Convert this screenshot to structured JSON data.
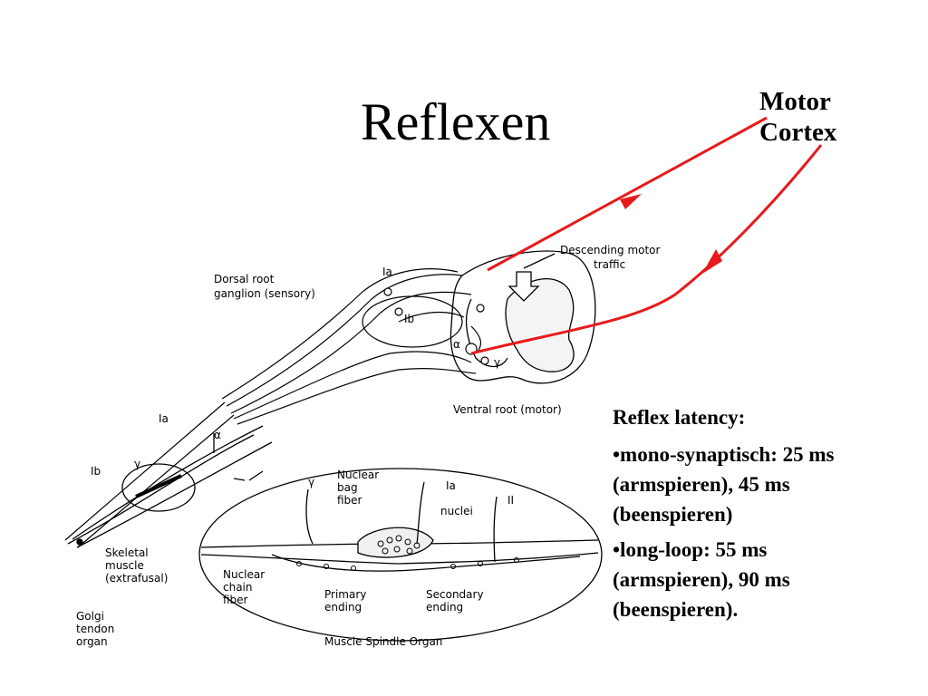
{
  "slide": {
    "title": "Reflexen",
    "cortex": {
      "line1": "Motor",
      "line2": "Cortex"
    }
  },
  "diagram": {
    "labels": {
      "drg_line1": "Dorsal root",
      "drg_line2": "ganglion (sensory)",
      "ia_top": "Ia",
      "ib_top": "Ib",
      "alpha_top": "α",
      "gamma_top": "γ",
      "descending_line1": "Descending motor",
      "descending_line2": "traffic",
      "ventral_root": "Ventral root (motor)",
      "ia_left": "Ia",
      "alpha_left": "α",
      "ib_left": "Ib",
      "gamma_left": "γ",
      "skeletal_line1": "Skeletal",
      "skeletal_line2": "muscle",
      "skeletal_line3": "(extrafusal)",
      "golgi_line1": "Golgi",
      "golgi_line2": "tendon",
      "golgi_line3": "organ",
      "spindle_gamma": "γ",
      "nuclear_bag_line1": "Nuclear",
      "nuclear_bag_line2": "bag",
      "nuclear_bag_line3": "fiber",
      "spindle_ia": "Ia",
      "nuclei": "nuclei",
      "spindle_ii": "II",
      "nuclear_chain_line1": "Nuclear",
      "nuclear_chain_line2": "chain",
      "nuclear_chain_line3": "fiber",
      "primary_line1": "Primary",
      "primary_line2": "ending",
      "secondary_line1": "Secondary",
      "secondary_line2": "ending",
      "spindle_caption": "Muscle Spindle Organ"
    }
  },
  "latency": {
    "heading": "Reflex latency:",
    "items": [
      {
        "line1": "•mono-synaptisch: 25 ms",
        "line2": "(armspieren), 45 ms",
        "line3": "(beenspieren)"
      },
      {
        "line1": "•long-loop: 55 ms",
        "line2": "(armspieren), 90 ms",
        "line3": "(beenspieren)."
      }
    ]
  },
  "colors": {
    "pathway": "#e8191b",
    "ink": "#000000",
    "background": "#ffffff"
  }
}
